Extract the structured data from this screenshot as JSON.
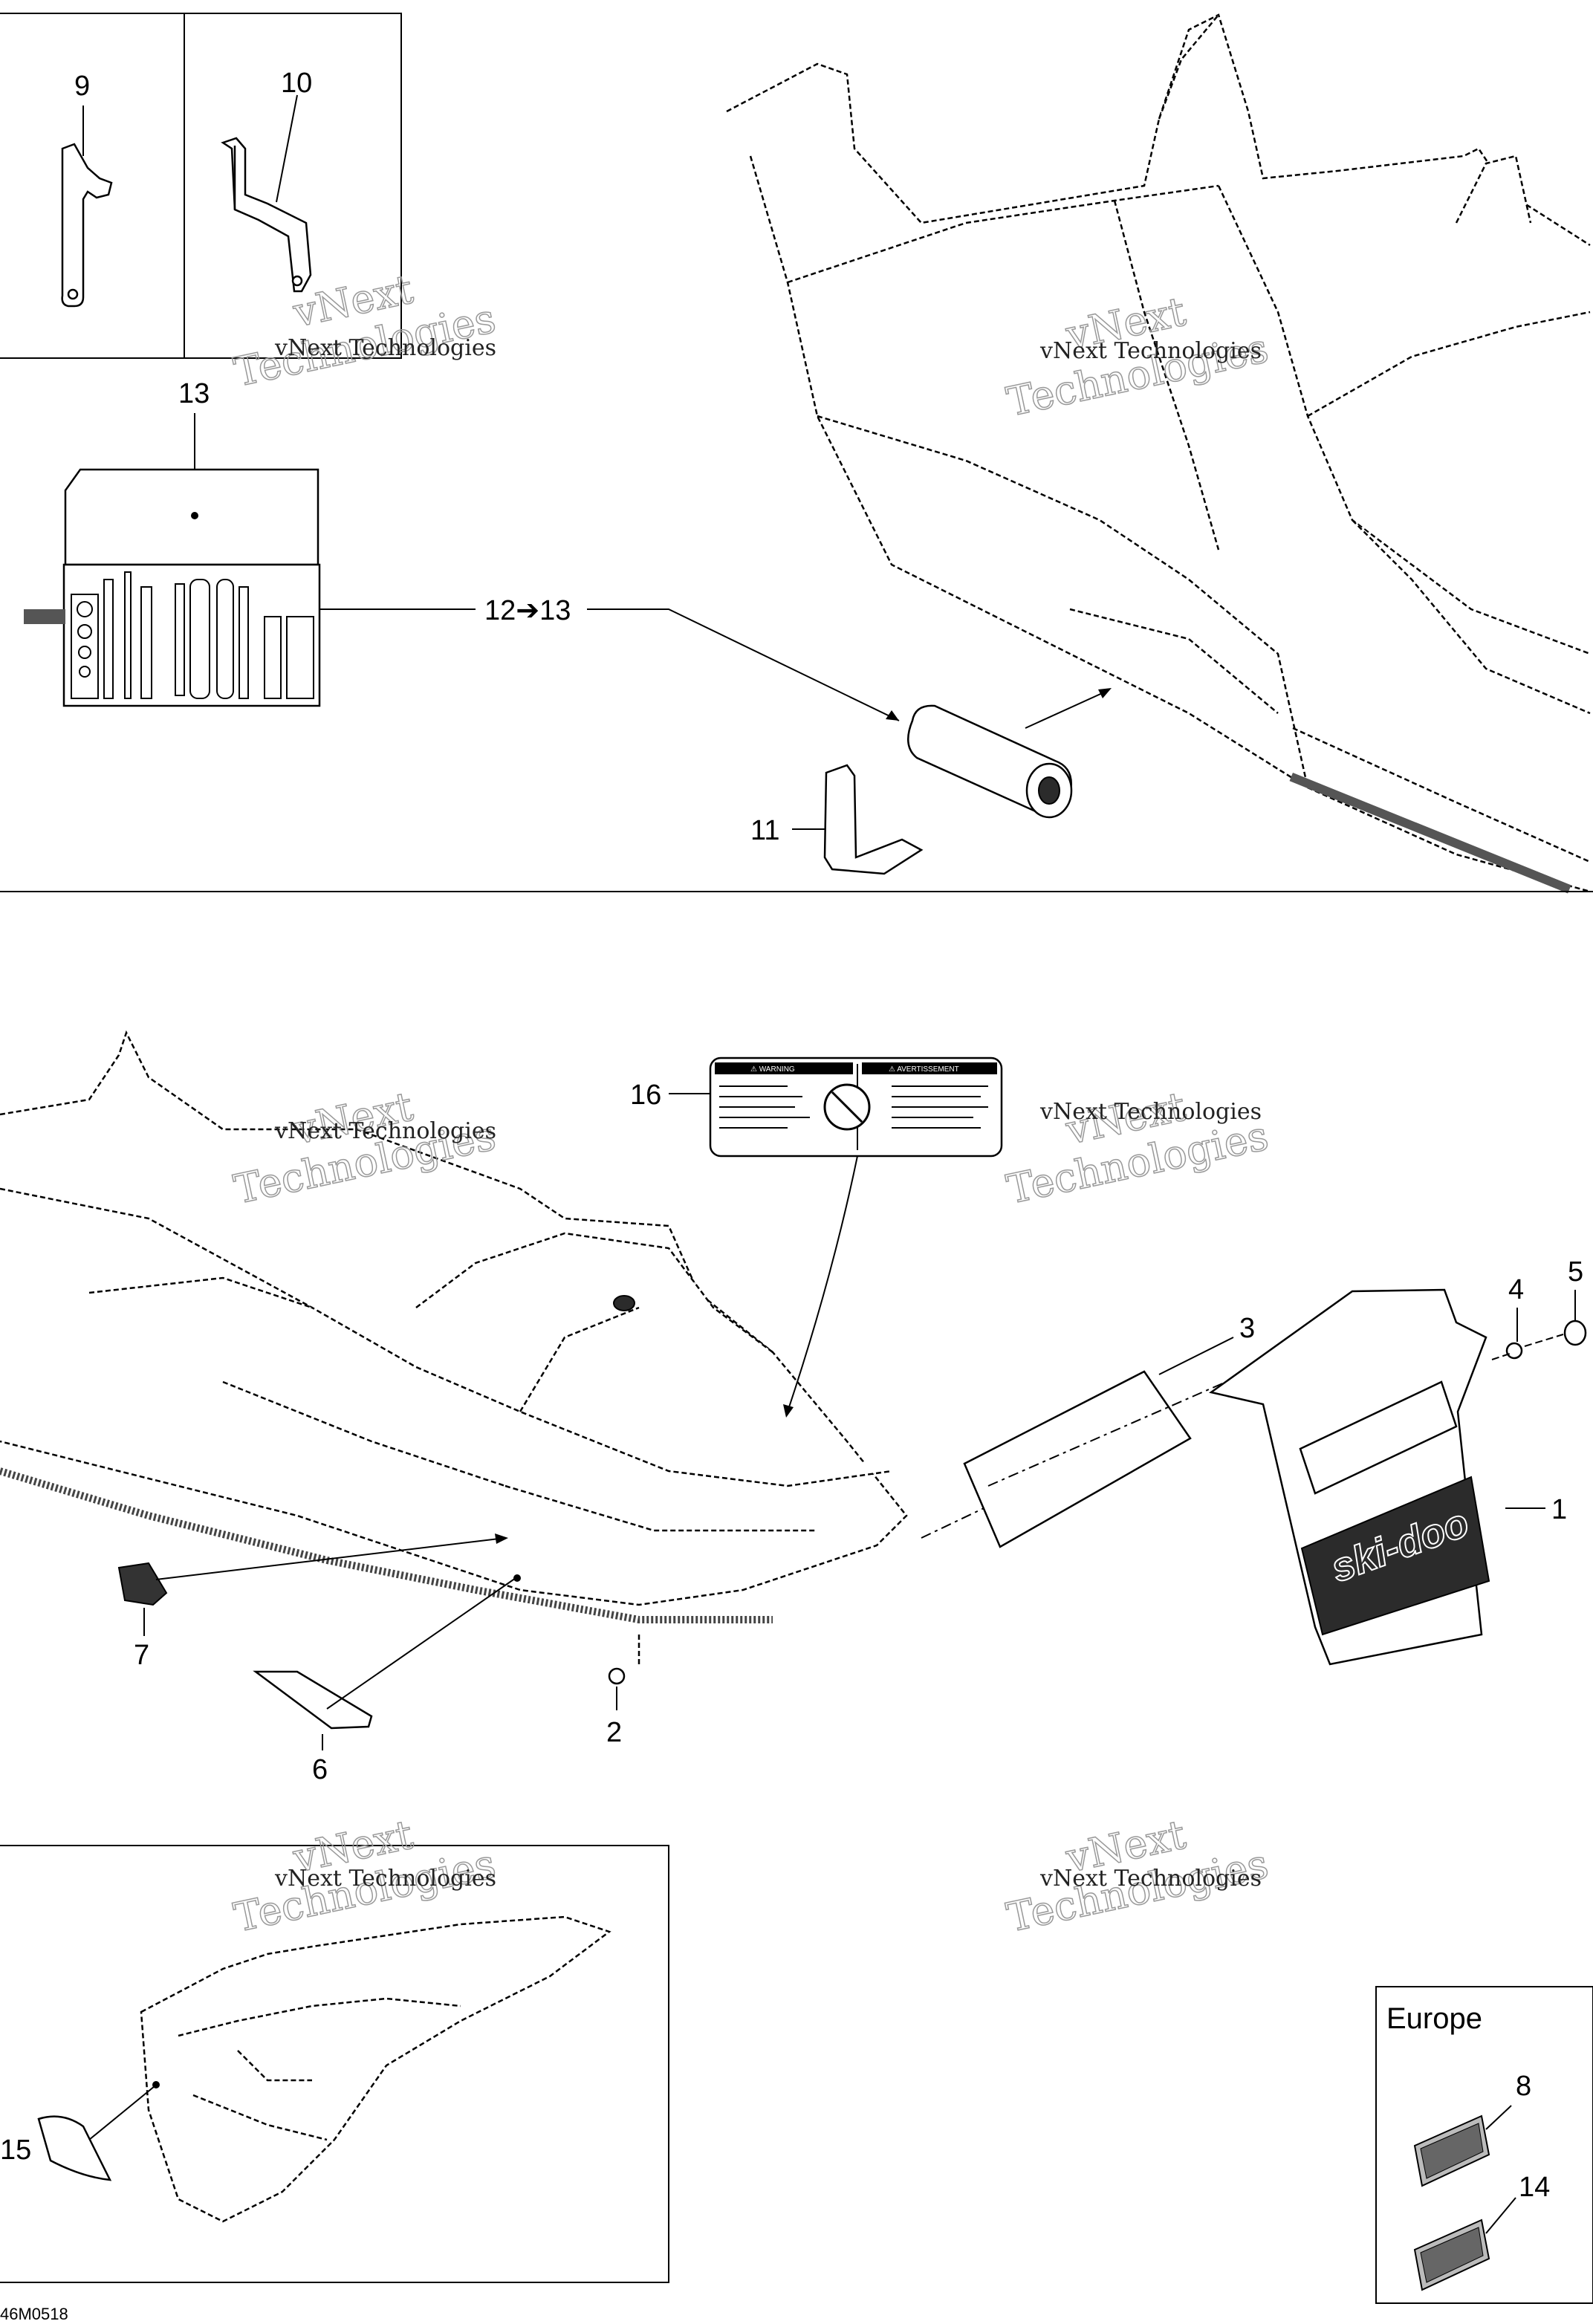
{
  "callouts": {
    "c1": "1",
    "c2": "2",
    "c3": "3",
    "c4": "4",
    "c5": "5",
    "c6": "6",
    "c7": "7",
    "c8": "8",
    "c9": "9",
    "c10": "10",
    "c11": "11",
    "c12": "12➔13",
    "c13": "13",
    "c14": "14",
    "c15": "15",
    "c16": "16"
  },
  "region_label": "Europe",
  "watermark": {
    "line1": "vNext Technologies",
    "line2": "vNext",
    "line3": "Technologies"
  },
  "decal": {
    "warning_en": "⚠ WARNING",
    "warning_fr": "⚠ AVERTISSEMENT"
  },
  "flap_logo": "ski-doo",
  "drawing_code": "46M0518"
}
